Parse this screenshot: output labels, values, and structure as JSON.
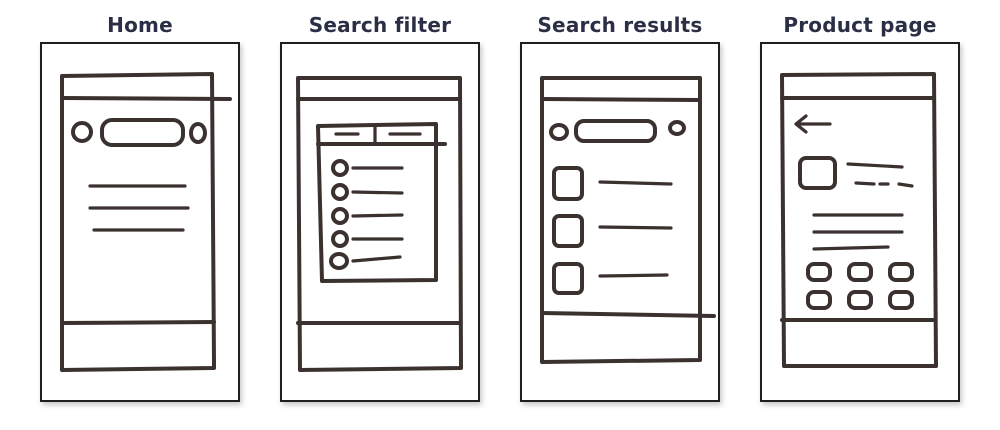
{
  "panels": [
    {
      "title": "Home"
    },
    {
      "title": "Search filter"
    },
    {
      "title": "Search results"
    },
    {
      "title": "Product page"
    }
  ],
  "colors": {
    "title": "#2b2f45",
    "ink": "#3b3230",
    "card_border": "#1f1f1f"
  },
  "icons": {
    "back": "back-arrow-icon"
  }
}
